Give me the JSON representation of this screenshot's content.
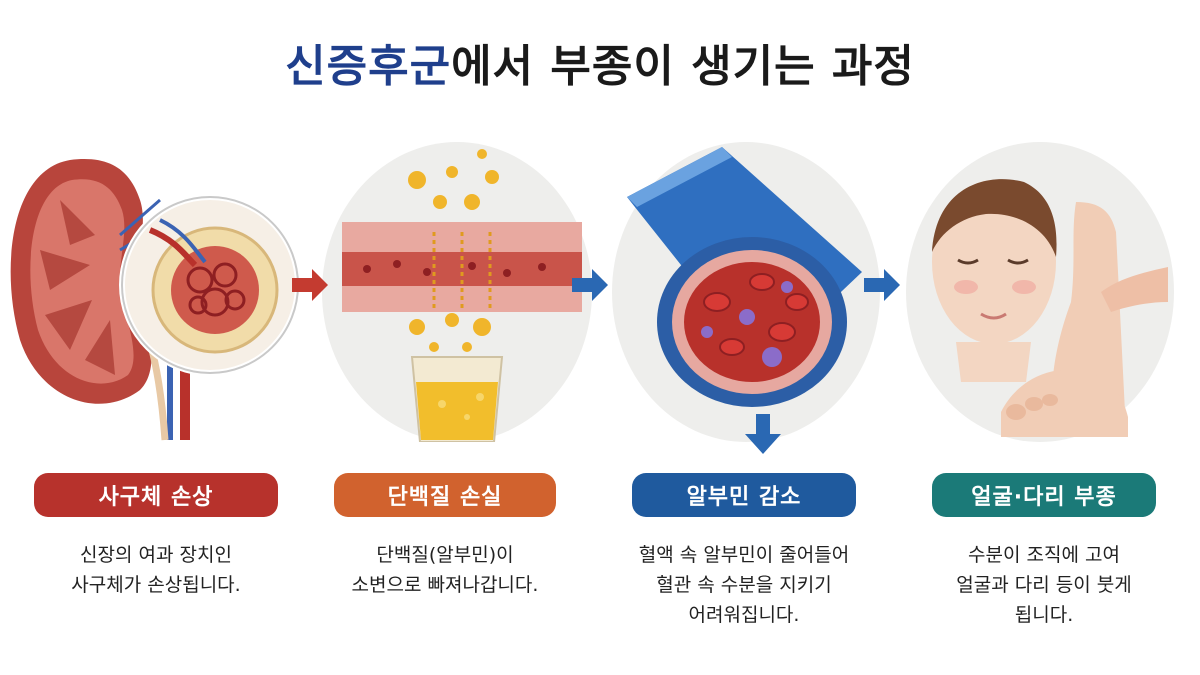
{
  "title": {
    "highlight": "신증후군",
    "rest": "에서 부종이 생기는 과정"
  },
  "steps": [
    {
      "label": "사구체 손상",
      "color": "#b7322c",
      "icon": "kidney-glomerulus-illustration",
      "lines": [
        "신장의 여과 장치인",
        "사구체가 손상됩니다."
      ]
    },
    {
      "label": "단백질 손실",
      "color": "#d1622e",
      "icon": "protein-urine-illustration",
      "lines": [
        "단백질(알부민)이",
        "소변으로 빠져나갑니다."
      ]
    },
    {
      "label": "알부민 감소",
      "color": "#1f5a9e",
      "icon": "blood-vessel-illustration",
      "lines": [
        "혈액 속 알부민이 줄어들어",
        "혈관 속 수분을 지키기",
        "어려워집니다."
      ]
    },
    {
      "label": "얼굴·다리 부종",
      "color": "#1b7a78",
      "icon": "face-leg-edema-illustration",
      "lines": [
        "수분이 조직에 고여",
        "얼굴과 다리 등이 붓게",
        "됩니다."
      ]
    }
  ]
}
